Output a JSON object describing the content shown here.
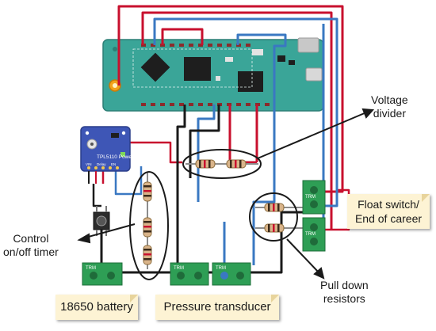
{
  "colors": {
    "board": "#3aa598",
    "board_dark": "#2c7f76",
    "wire_red": "#c8102e",
    "wire_blue": "#3a78c2",
    "wire_black": "#1a1a1a",
    "terminal": "#2e9e55",
    "timer_board": "#3e56b6",
    "note_bg": "#fdf3d4"
  },
  "callouts": {
    "voltage_divider": {
      "line1": "Voltage",
      "line2": "divider"
    },
    "control_timer": {
      "line1": "Control",
      "line2": "on/off timer"
    },
    "pull_down": {
      "line1": "Pull down",
      "line2": "resistors"
    }
  },
  "notes": {
    "float_switch": {
      "line1": "Float switch/",
      "line2": "End of career"
    },
    "battery": "18650 battery",
    "pressure": "Pressure transducer"
  },
  "terminal_label": "TRM",
  "timer_board": {
    "title": "TPL5110 Power",
    "pins": [
      "VIN",
      "Delay",
      "EN"
    ]
  },
  "icons": {
    "mcu_board": "microcontroller-board-icon",
    "timer": "timer-module-icon",
    "push_button": "push-button-icon"
  }
}
